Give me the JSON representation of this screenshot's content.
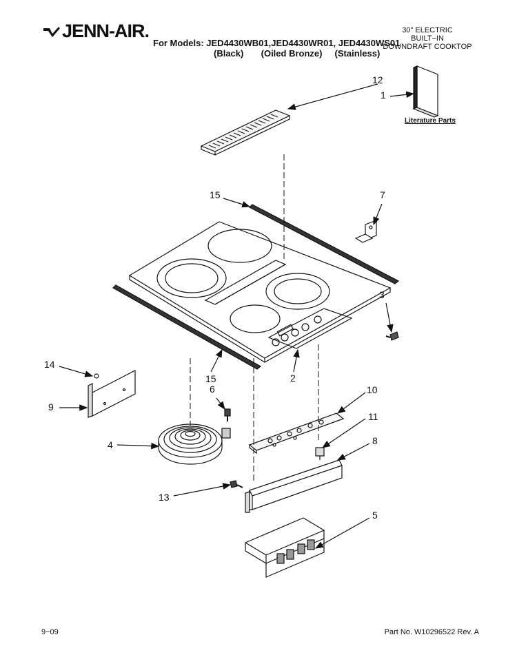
{
  "header": {
    "brand": "JENN-AIR.",
    "models_line1": "For Models: JED4430WB01,JED4430WR01, JED4430WS01",
    "models_line2": "(Black)       (Oiled Bronze)     (Stainless)",
    "product_lines": [
      "30\" ELECTRIC",
      "BUILT−IN",
      "DOWNDRAFT COOKTOP"
    ]
  },
  "literature_label": "Literature Parts",
  "callouts": {
    "c12": "12",
    "c1": "1",
    "c15a": "15",
    "c7": "7",
    "c3": "3",
    "c14": "14",
    "c9": "9",
    "c15b": "15",
    "c6": "6",
    "c2": "2",
    "c10": "10",
    "c4": "4",
    "c11": "11",
    "c8": "8",
    "c13": "13",
    "c5": "5"
  },
  "footer": {
    "date": "9−09",
    "part_no": "Part No. W10296522 Rev. A"
  }
}
